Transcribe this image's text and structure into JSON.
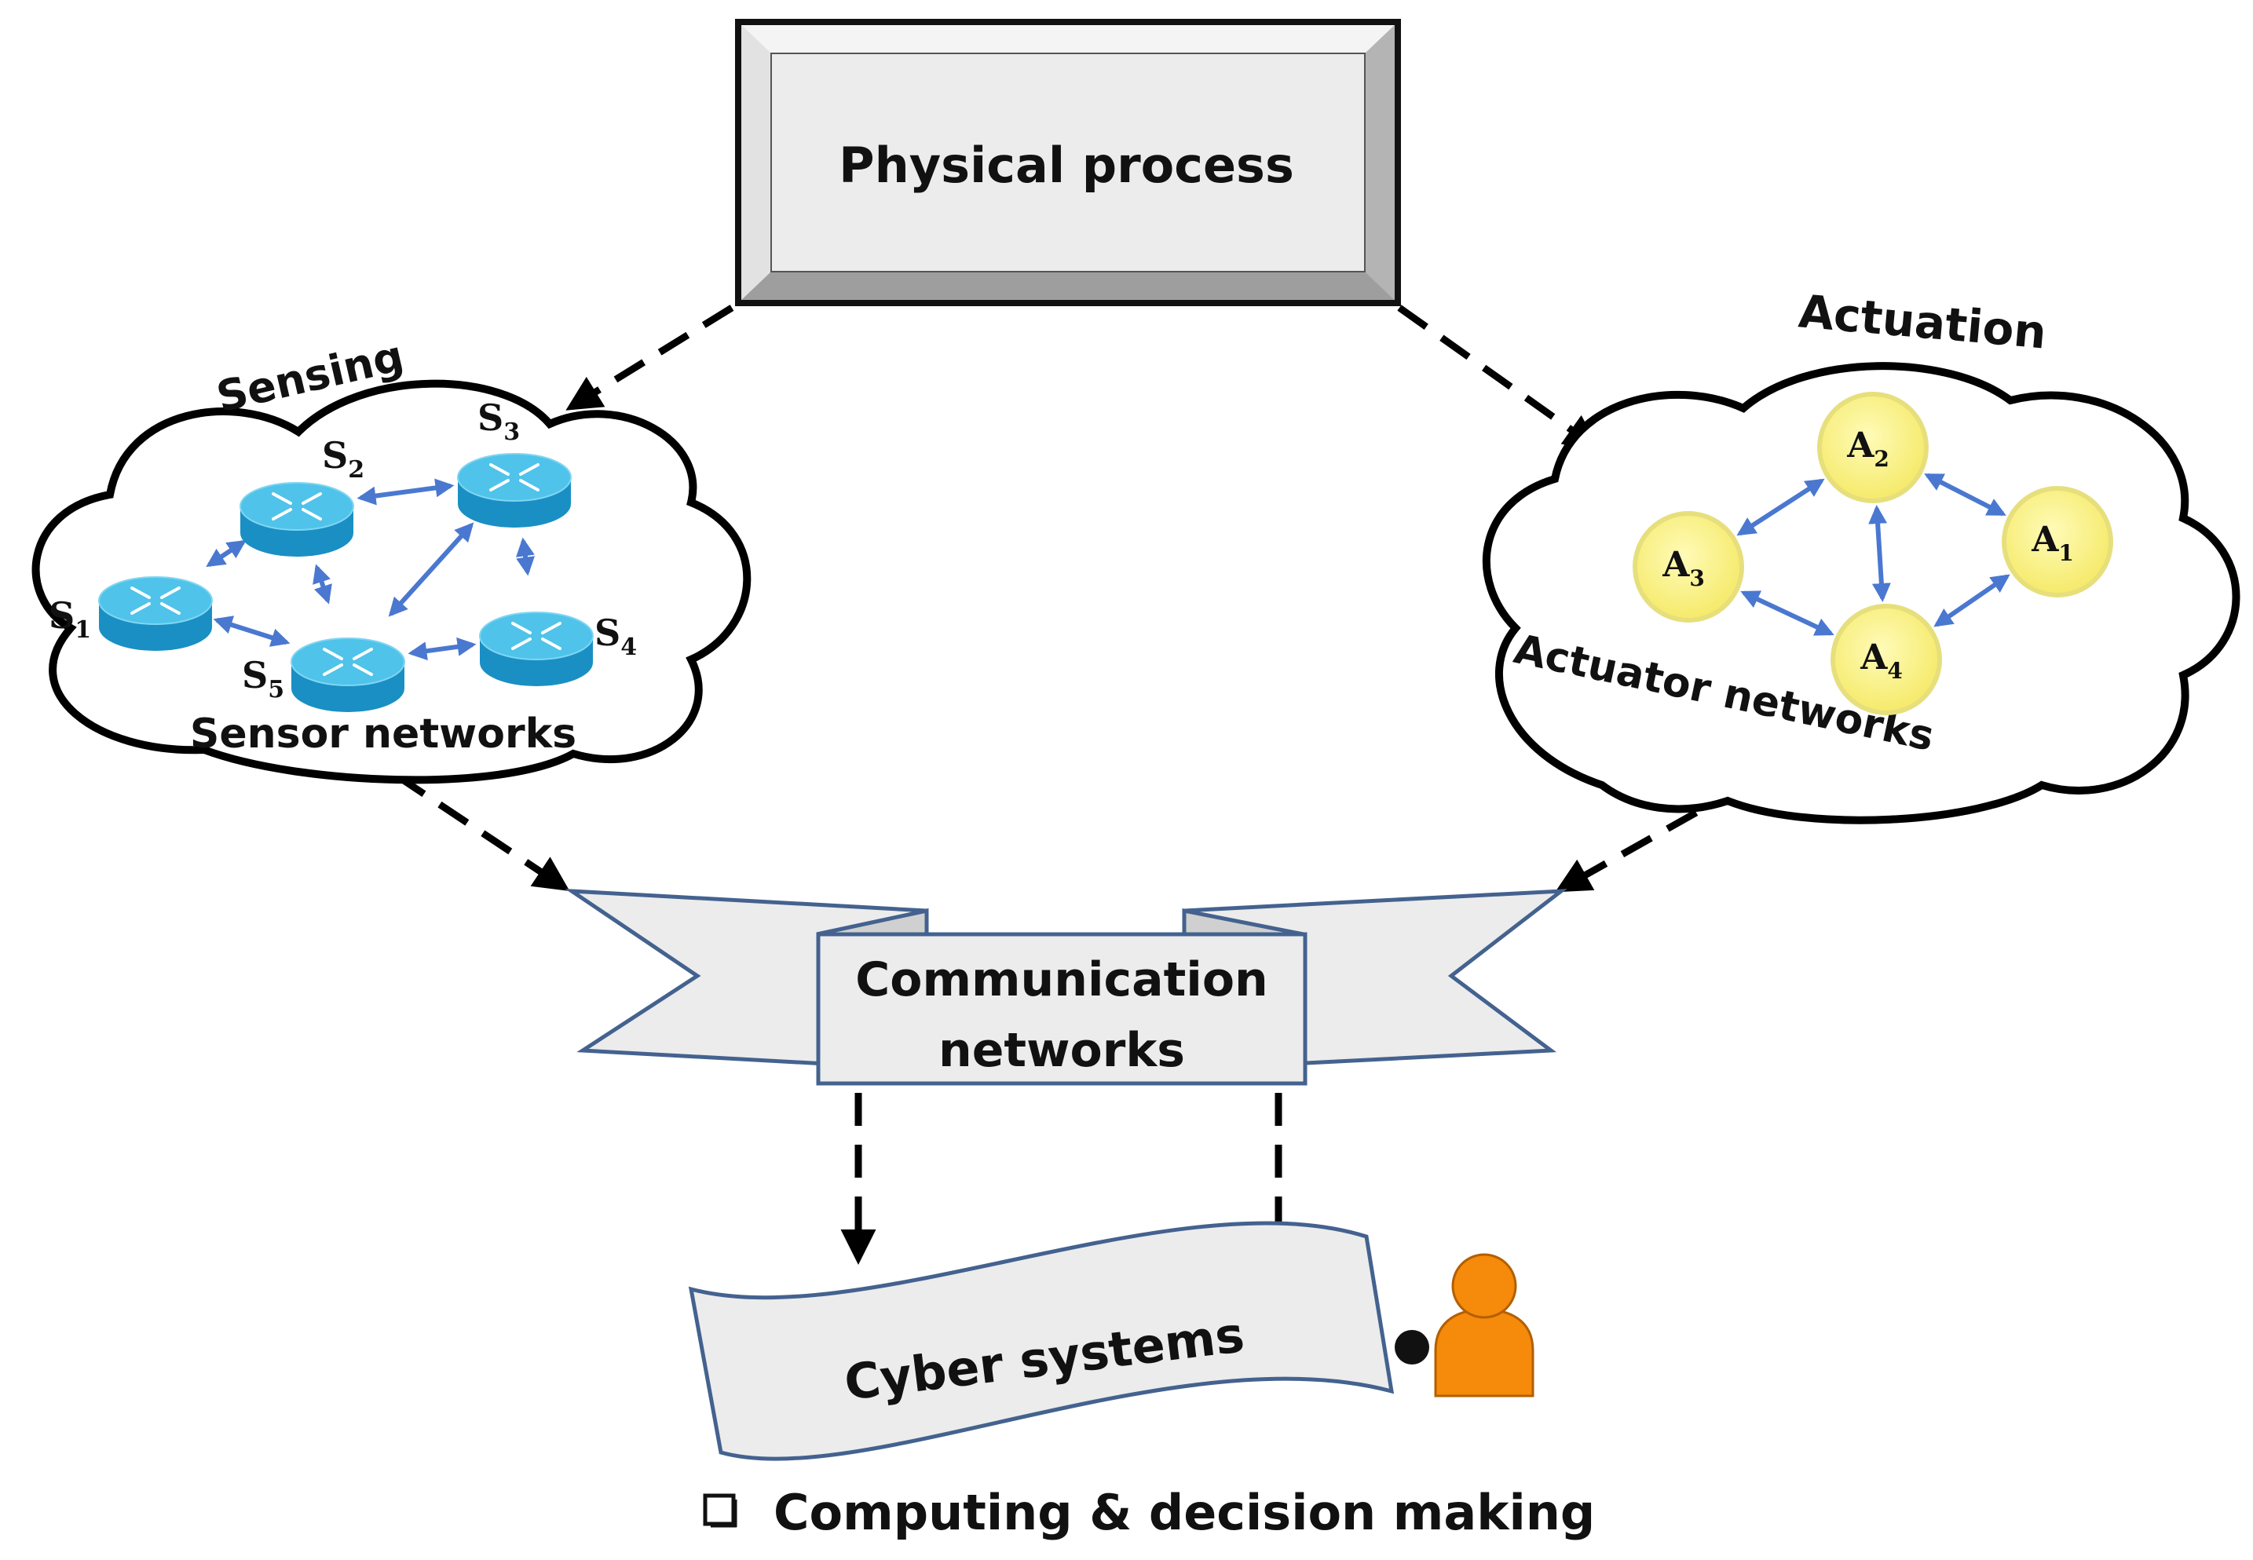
{
  "physical_process": {
    "label": "Physical process"
  },
  "sensing": {
    "title": "Sensing",
    "network_label": "Sensor networks",
    "nodes": [
      {
        "id": "S1",
        "letter": "S",
        "sub": "1"
      },
      {
        "id": "S2",
        "letter": "S",
        "sub": "2"
      },
      {
        "id": "S3",
        "letter": "S",
        "sub": "3"
      },
      {
        "id": "S4",
        "letter": "S",
        "sub": "4"
      },
      {
        "id": "S5",
        "letter": "S",
        "sub": "5"
      }
    ],
    "links": [
      [
        "S1",
        "S2"
      ],
      [
        "S2",
        "S3"
      ],
      [
        "S2",
        "S5"
      ],
      [
        "S1",
        "S5"
      ],
      [
        "S5",
        "S3"
      ],
      [
        "S3",
        "S4"
      ],
      [
        "S5",
        "S4"
      ]
    ]
  },
  "actuation": {
    "title": "Actuation",
    "network_label": "Actuator networks",
    "nodes": [
      {
        "id": "A1",
        "letter": "A",
        "sub": "1"
      },
      {
        "id": "A2",
        "letter": "A",
        "sub": "2"
      },
      {
        "id": "A3",
        "letter": "A",
        "sub": "3"
      },
      {
        "id": "A4",
        "letter": "A",
        "sub": "4"
      }
    ],
    "links": [
      [
        "A3",
        "A2"
      ],
      [
        "A2",
        "A1"
      ],
      [
        "A2",
        "A4"
      ],
      [
        "A3",
        "A4"
      ],
      [
        "A4",
        "A1"
      ]
    ]
  },
  "communication": {
    "line1": "Communication",
    "line2": "networks"
  },
  "cyber": {
    "label": "Cyber systems"
  },
  "bullet": {
    "label": "Computing & decision making"
  },
  "colors": {
    "router_top": "#4fc3ea",
    "router_side": "#1a8fc4",
    "actuator_fill": "#fbf28c",
    "actuator_stroke": "#e6df7c",
    "link": "#4a78d0",
    "banner_fill": "#ececec",
    "banner_stroke": "#44628f",
    "person": "#f58a0b"
  }
}
